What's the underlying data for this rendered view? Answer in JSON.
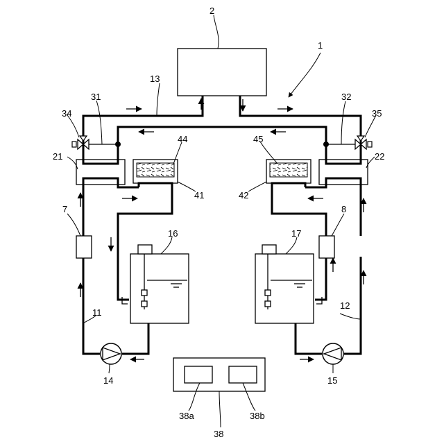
{
  "labels": {
    "system": "1",
    "main_unit": "2",
    "flow_sensor_left": "7",
    "flow_sensor_right": "8",
    "pipe_left": "11",
    "pipe_right": "12",
    "pipe_top": "13",
    "pump_left": "14",
    "pump_right": "15",
    "tank_left": "16",
    "tank_right": "17",
    "exchanger_left": "21",
    "exchanger_right": "22",
    "junction_left": "31",
    "junction_right": "32",
    "valve_left": "34",
    "valve_right": "35",
    "controller": "38",
    "controller_part_a": "38a",
    "controller_part_b": "38b",
    "filter_left": "41",
    "filter_right": "42",
    "media_left": "44",
    "media_right": "45"
  }
}
